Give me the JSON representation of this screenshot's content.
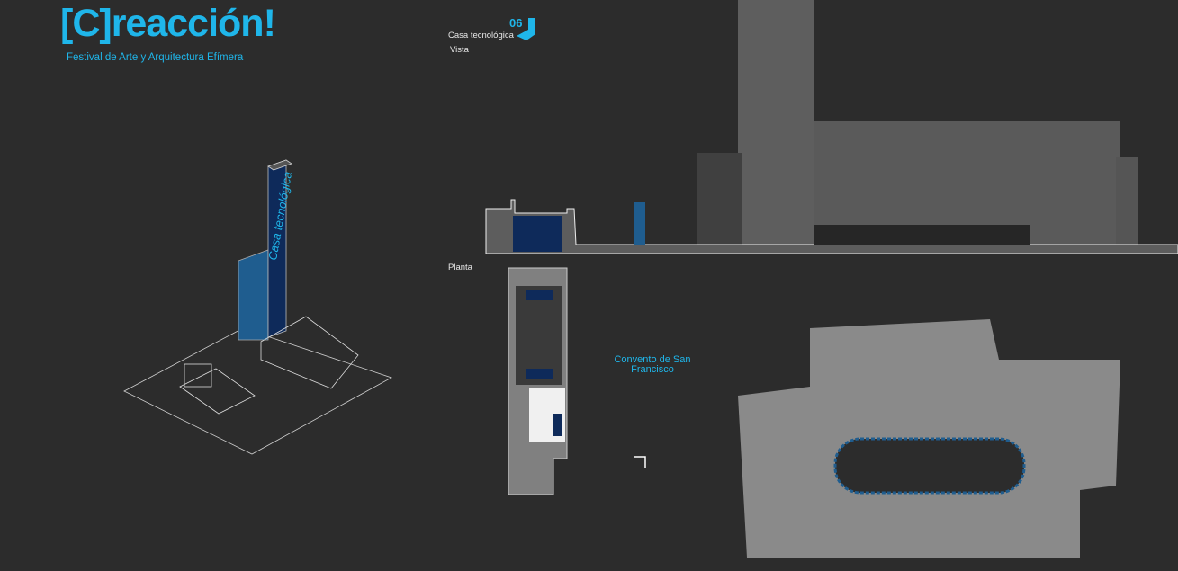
{
  "header": {
    "logo": "[C]reacción!",
    "subtitle": "Festival de Arte y Arquitectura Efímera"
  },
  "sheet": {
    "title": "Casa tecnológica",
    "number": "06",
    "view_label": "Vista",
    "plan_label": "Planta"
  },
  "plan": {
    "place_label": "Convento de San Francisco"
  },
  "totem": {
    "text": "Casa tecnológica"
  },
  "colors": {
    "accent": "#1fb6ea",
    "navy": "#0e2a5a",
    "bg": "#2c2c2c",
    "building": "#6b6b6b"
  }
}
